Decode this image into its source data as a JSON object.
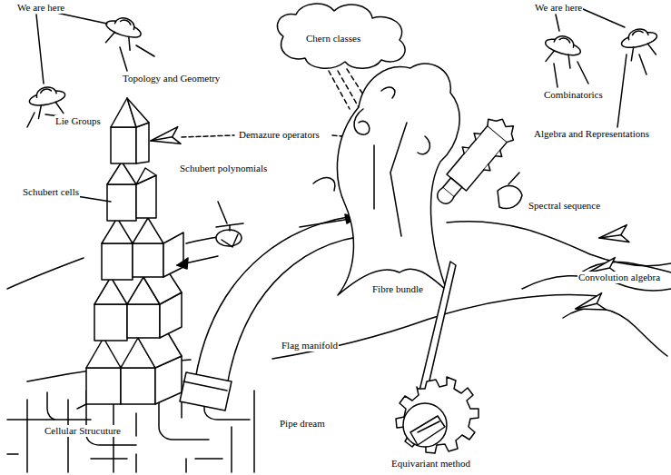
{
  "diagram": {
    "labels": [
      "We are here",
      "Chern classes",
      "We are here",
      "Topology and Geometry",
      "Combinatorics",
      "Lie Groups",
      "Demazure operators",
      "Algebra and Representations",
      "Schubert polynomials",
      "Schubert cells",
      "Spectral sequence",
      "Convolution algebra",
      "Fibre bundle",
      "Flag manifold",
      "Cellular Strucuture",
      "Pipe dream",
      "Equivariant method"
    ]
  }
}
